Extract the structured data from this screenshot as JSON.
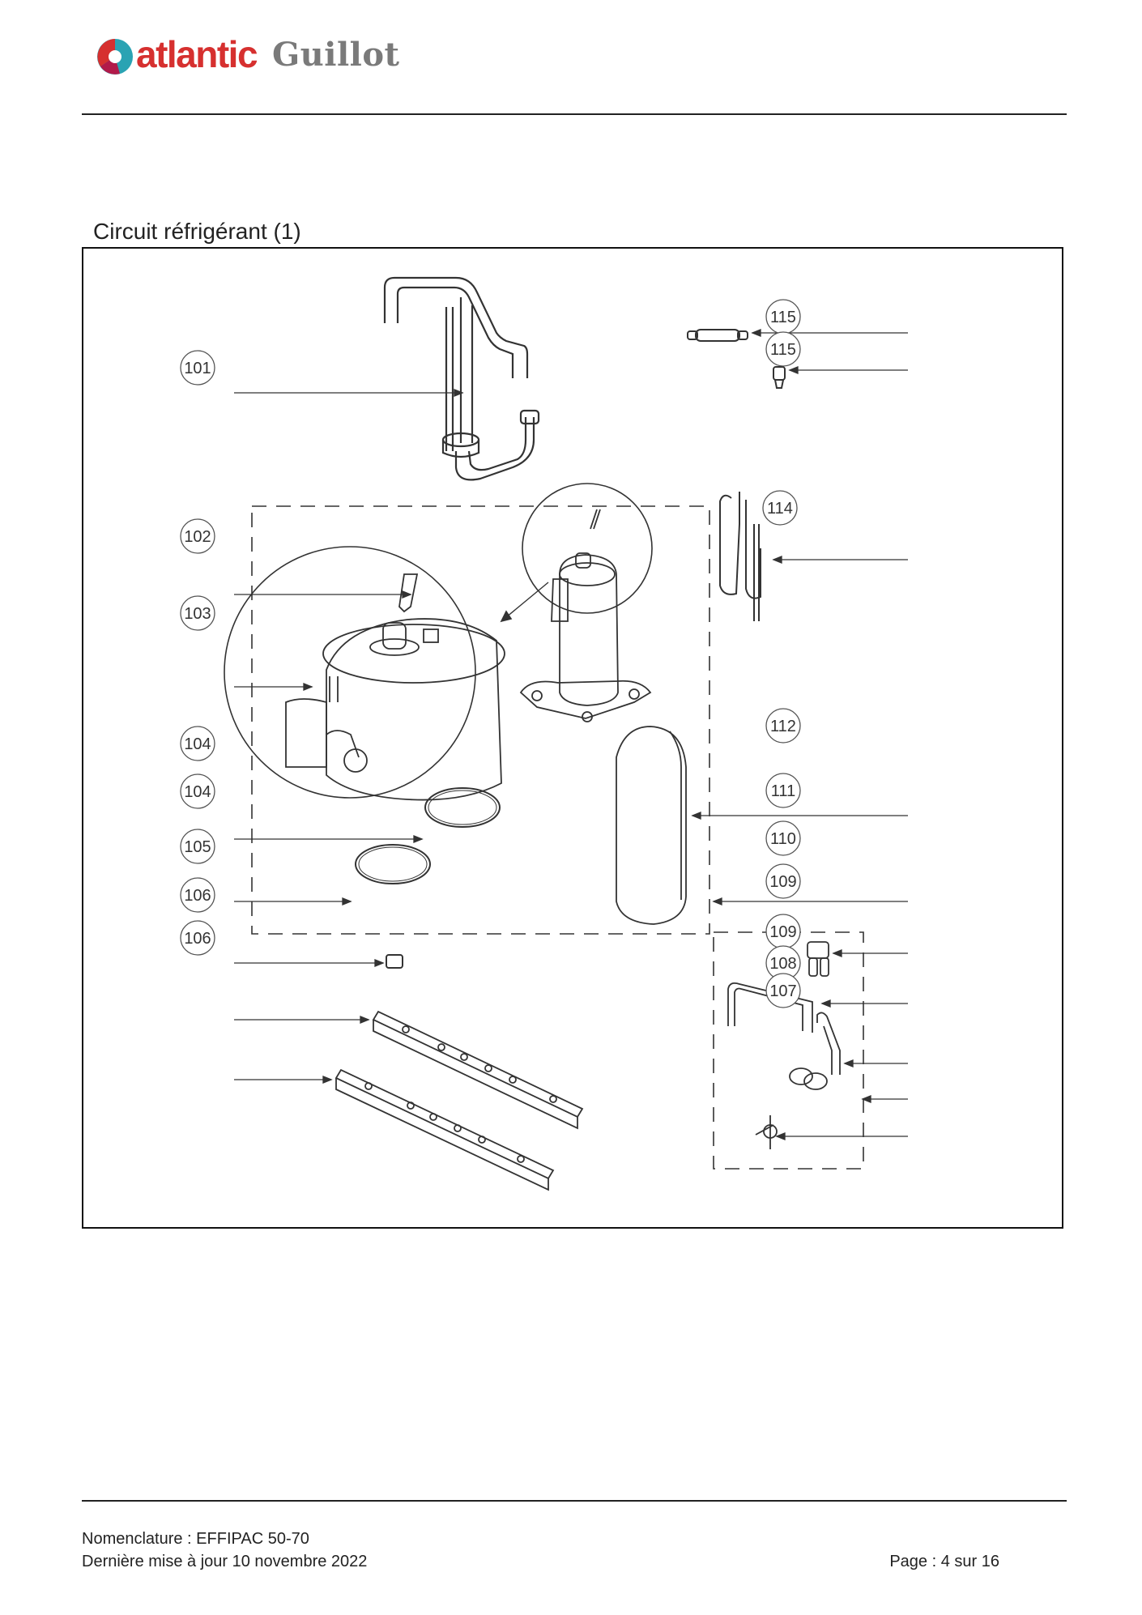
{
  "header": {
    "brand_primary": "atlantic",
    "brand_secondary": "Guillot",
    "colors": {
      "brand_red": "#d6302f",
      "brand_teal": "#2aa3b3",
      "brand_dark": "#b21a4a",
      "brand_grey": "#7a7a7a"
    }
  },
  "section": {
    "title": "Circuit réfrigérant (1)"
  },
  "diagram": {
    "callouts": [
      {
        "label": "101"
      },
      {
        "label": "102"
      },
      {
        "label": "103"
      },
      {
        "label": "104"
      },
      {
        "label": "104"
      },
      {
        "label": "105"
      },
      {
        "label": "106"
      },
      {
        "label": "106"
      },
      {
        "label": "115"
      },
      {
        "label": "115"
      },
      {
        "label": "114"
      },
      {
        "label": "112"
      },
      {
        "label": "111"
      },
      {
        "label": "110"
      },
      {
        "label": "109"
      },
      {
        "label": "109"
      },
      {
        "label": "108"
      },
      {
        "label": "107"
      }
    ]
  },
  "footer": {
    "nomenclature": "Nomenclature : EFFIPAC 50-70",
    "last_update": "Dernière mise à jour 10 novembre 2022",
    "page": "Page : 4 sur 16"
  }
}
